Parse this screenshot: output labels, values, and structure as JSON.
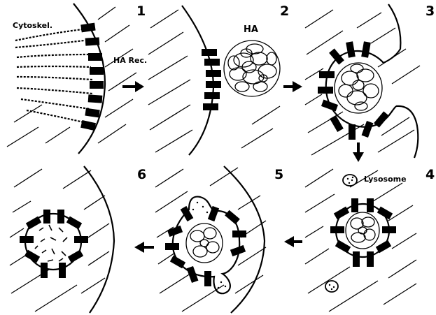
{
  "figure": {
    "panels": [
      {
        "number": "1"
      },
      {
        "number": "2"
      },
      {
        "number": "3"
      },
      {
        "number": "4"
      },
      {
        "number": "5"
      },
      {
        "number": "6"
      }
    ],
    "labels": {
      "cytoskeleton": "Cytoskel.",
      "ha_receptor": "HA Rec.",
      "ha": "HA",
      "lysosome": "Lysosome"
    }
  }
}
